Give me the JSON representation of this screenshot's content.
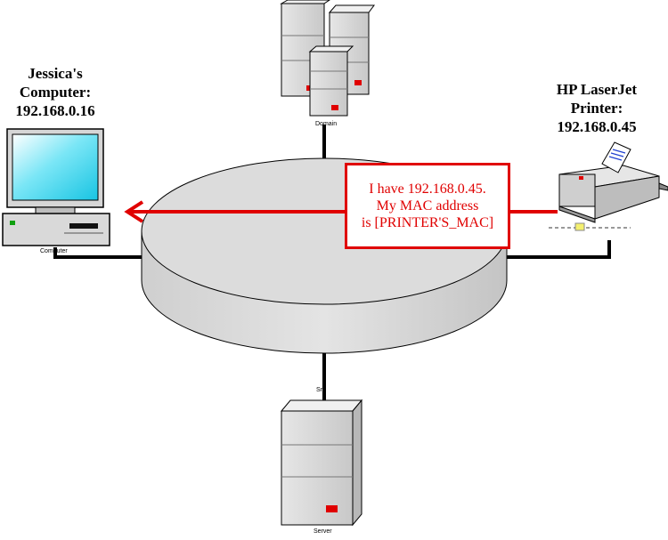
{
  "nodes": {
    "jessica": {
      "name": "Jessica's",
      "type": "Computer:",
      "ip": "192.168.0.16",
      "device_caption": "Computer"
    },
    "printer": {
      "name": "HP LaserJet",
      "type": "Printer:",
      "ip": "192.168.0.45"
    },
    "domain": {
      "device_caption": "Domain"
    },
    "server": {
      "device_caption": "Server",
      "link_caption": "Sre"
    }
  },
  "message": {
    "line1": "I have 192.168.0.45.",
    "line2": "My MAC address",
    "line3": "is [PRINTER'S_MAC]"
  },
  "colors": {
    "accent": "#e00000",
    "network": "#dcdcdc",
    "tower": "#d8d8d8",
    "screen": "#40d8f0"
  }
}
